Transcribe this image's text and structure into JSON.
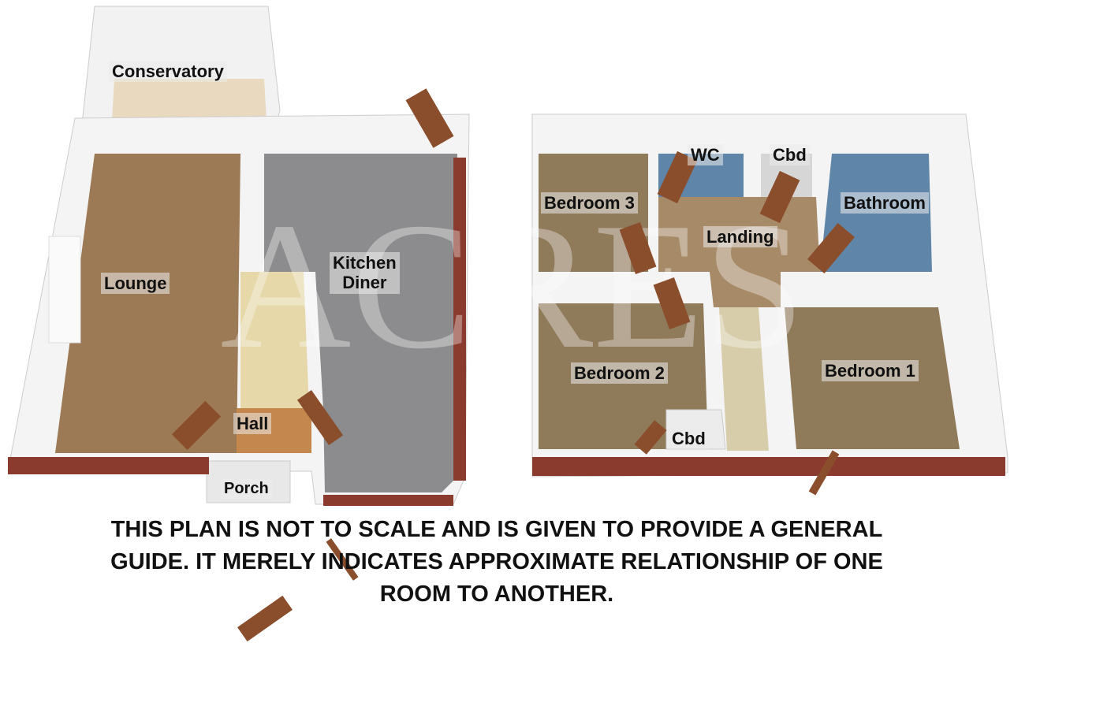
{
  "watermark": "ACRES",
  "ground_floor": {
    "rooms": {
      "conservatory": "Conservatory",
      "lounge": "Lounge",
      "kitchen_line1": "Kitchen",
      "kitchen_line2": "Diner",
      "hall": "Hall",
      "porch": "Porch"
    }
  },
  "first_floor": {
    "rooms": {
      "wc": "WC",
      "cbd_top": "Cbd",
      "bathroom": "Bathroom",
      "bedroom3": "Bedroom 3",
      "landing": "Landing",
      "bedroom2": "Bedroom 2",
      "bedroom1": "Bedroom 1",
      "cbd_bottom": "Cbd"
    }
  },
  "disclaimer": {
    "line1": "THIS PLAN IS NOT TO SCALE AND IS GIVEN TO PROVIDE A GENERAL",
    "line2": "GUIDE. IT MERELY INDICATES APPROXIMATE RELATIONSHIP OF ONE",
    "line3": "ROOM TO ANOTHER."
  },
  "colors": {
    "carpet": "#9c7a55",
    "kitchen_floor": "#8c8c8e",
    "tiles_blue": "#5f86a8",
    "brick": "#8b3a2e",
    "door": "#8a4e2c"
  }
}
